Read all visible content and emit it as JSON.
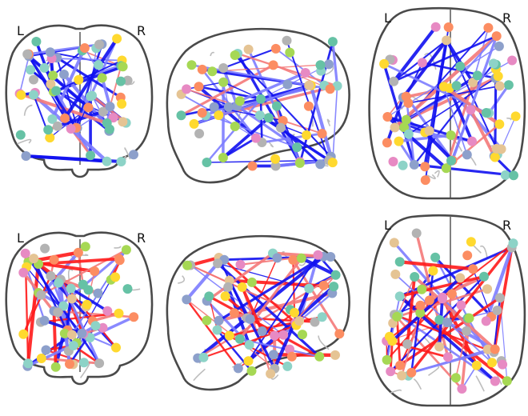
{
  "rows": [
    {
      "id": "top",
      "panels": [
        {
          "view": "coronal",
          "left_label": "L",
          "right_label": "R"
        },
        {
          "view": "sagittal"
        },
        {
          "view": "axial",
          "left_label": "L",
          "right_label": "R"
        }
      ],
      "dominant_edge_sign": "negative"
    },
    {
      "id": "bottom",
      "panels": [
        {
          "view": "coronal",
          "left_label": "L",
          "right_label": "R"
        },
        {
          "view": "sagittal"
        },
        {
          "view": "axial",
          "left_label": "L",
          "right_label": "R"
        }
      ],
      "dominant_edge_sign": "mixed"
    }
  ],
  "colors": {
    "outline": "#4a4a4a",
    "gyri": "#bdbdbd",
    "edge_positive": "#ff1a1a",
    "edge_positive_light": "#f47a7a",
    "edge_negative": "#1010f0",
    "edge_negative_light": "#7d7dff",
    "node_palette": [
      "#8dd3c7",
      "#ffd92f",
      "#b3b3b3",
      "#8da0cb",
      "#fc8d62",
      "#e78ac3",
      "#a6d854",
      "#e5c494",
      "#66c2a5"
    ]
  }
}
